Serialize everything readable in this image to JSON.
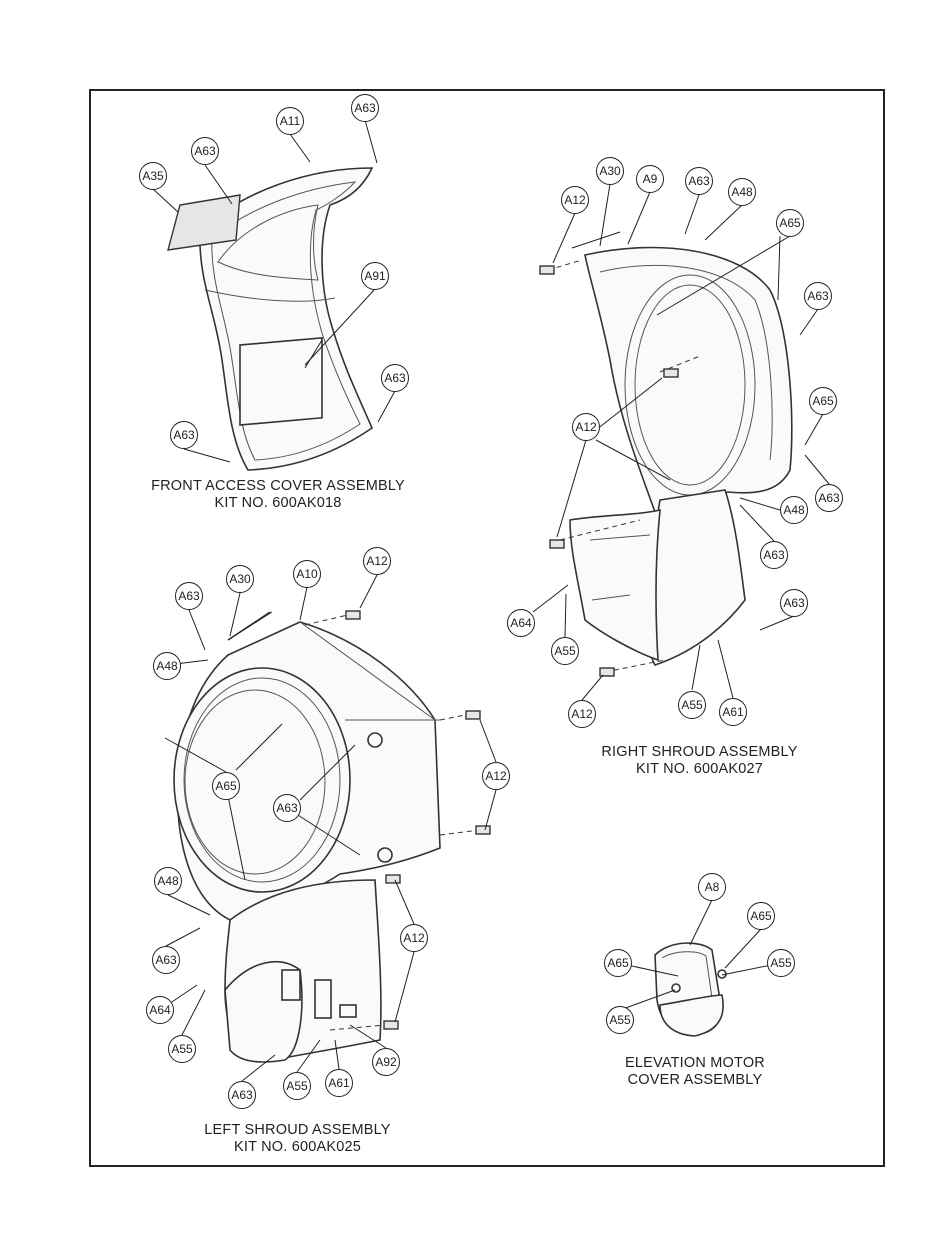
{
  "assemblies": {
    "front_access": {
      "title": "FRONT ACCESS COVER ASSEMBLY",
      "kit": "KIT NO. 600AK018"
    },
    "right_shroud": {
      "title": "RIGHT SHROUD ASSEMBLY",
      "kit": "KIT NO. 600AK027"
    },
    "left_shroud": {
      "title": "LEFT SHROUD ASSEMBLY",
      "kit": "KIT NO. 600AK025"
    },
    "elevation_motor": {
      "title": "ELEVATION MOTOR",
      "title2": "COVER ASSEMBLY"
    }
  },
  "callouts": {
    "front_access": [
      "A63",
      "A11",
      "A63",
      "A35",
      "A91",
      "A63",
      "A63"
    ],
    "right_shroud": [
      "A30",
      "A9",
      "A63",
      "A48",
      "A12",
      "A65",
      "A63",
      "A65",
      "A12",
      "A63",
      "A48",
      "A63",
      "A63",
      "A64",
      "A55",
      "A55",
      "A61",
      "A12"
    ],
    "left_shroud": [
      "A30",
      "A10",
      "A12",
      "A63",
      "A48",
      "A65",
      "A63",
      "A12",
      "A48",
      "A12",
      "A63",
      "A64",
      "A55",
      "A92",
      "A61",
      "A55",
      "A63"
    ],
    "elevation_motor": [
      "A8",
      "A65",
      "A65",
      "A55",
      "A55"
    ]
  }
}
